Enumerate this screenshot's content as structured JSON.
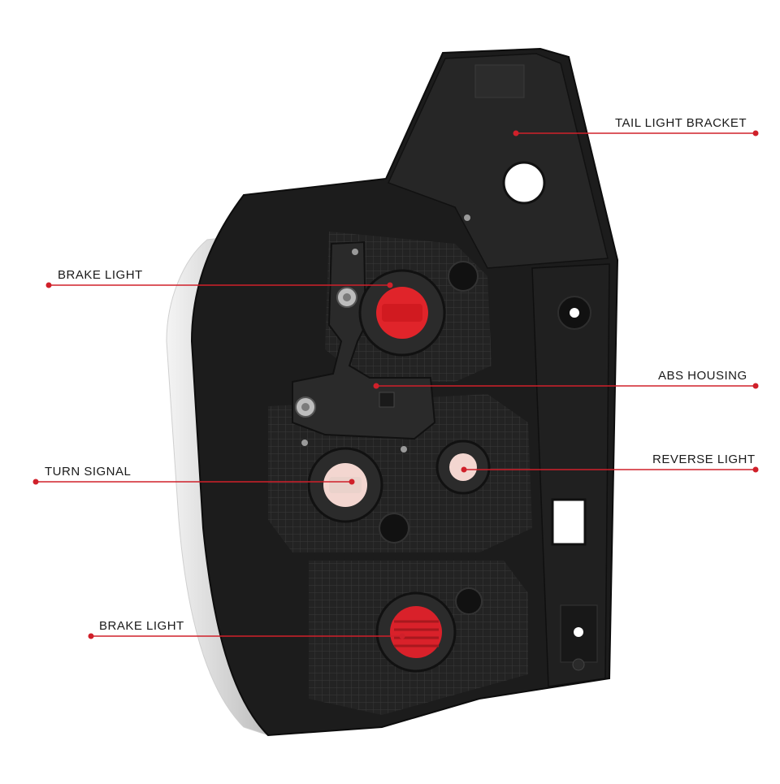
{
  "callouts": {
    "tail_light_bracket": "TAIL LIGHT BRACKET",
    "brake_light_top": "BRAKE LIGHT",
    "abs_housing": "ABS HOUSING",
    "turn_signal": "TURN SIGNAL",
    "reverse_light": "REVERSE LIGHT",
    "brake_light_bottom": "BRAKE LIGHT"
  },
  "colors": {
    "callout_line": "#d0202a",
    "housing": "#1c1c1c",
    "lens_edge": "#e9e9e9",
    "brake_socket": "#e0242a",
    "bulb_socket": "#f3d6d0"
  }
}
